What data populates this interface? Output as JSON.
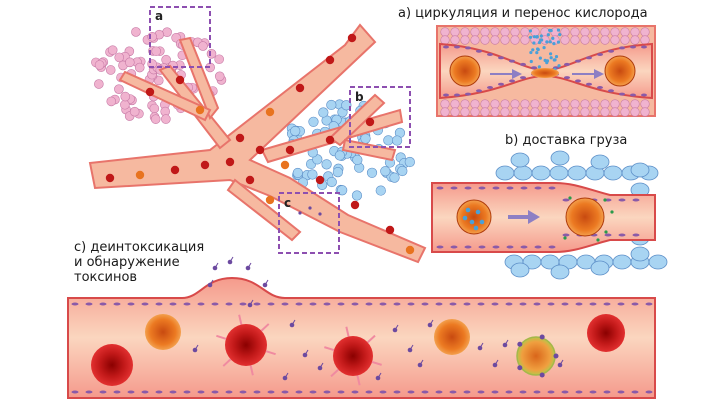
{
  "labels": {
    "a": "a) циркуляция и перенос кислорода",
    "b": "b) доставка груза",
    "c_line1": "c) деинтоксикация",
    "c_line2": "и обнаружение",
    "c_line3": "токсинов"
  },
  "box_letters": {
    "a": "a",
    "b": "b",
    "c": "c"
  },
  "colors": {
    "vessel_fill": "#f6b9a0",
    "vessel_wall": "#e8746b",
    "wall_dots": "#8a5aa8",
    "rbc": "#d11f1f",
    "nanoparticle": "#e8731f",
    "tissue_pink": "#f0b3cf",
    "tissue_blue": "#9fd0f0",
    "dashed_box": "#8d4fb0",
    "toxin": "#6c4aa0",
    "arrow": "#8d7fc4"
  }
}
